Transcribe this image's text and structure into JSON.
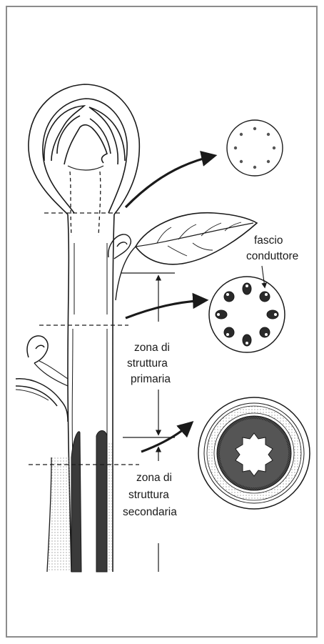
{
  "labels": {
    "vascular_bundle_line1": "fascio",
    "vascular_bundle_line2": "conduttore",
    "primary_zone_line1": "zona di",
    "primary_zone_line2": "struttura",
    "primary_zone_line3": "primaria",
    "secondary_zone_line1": "zona di",
    "secondary_zone_line2": "struttura",
    "secondary_zone_line3": "secondaria"
  },
  "colors": {
    "frame": "#8c8c8c",
    "ink": "#1a1a1a",
    "dark_tissue": "#3a3a3a",
    "xylem_ring": "#555555"
  }
}
